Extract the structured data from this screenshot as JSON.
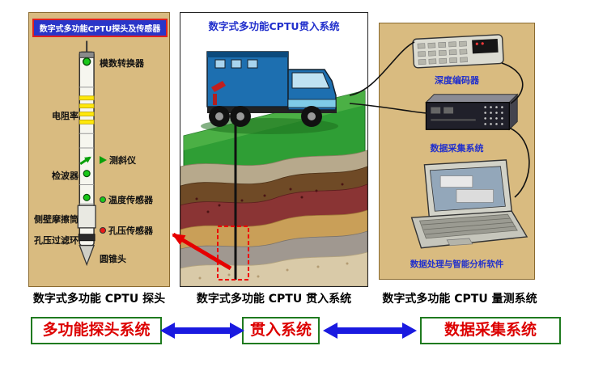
{
  "probe_panel": {
    "title": "数字式多功能CPTU探头及传感器",
    "labels": [
      {
        "text": "模数转换器"
      },
      {
        "text": "电阻率"
      },
      {
        "text": "测斜仪"
      },
      {
        "text": "检波器"
      },
      {
        "text": "温度传感器"
      },
      {
        "text": "侧壁摩擦筒"
      },
      {
        "text": "孔压传感器"
      },
      {
        "text": "孔压过滤环"
      },
      {
        "text": "圆锥头"
      }
    ]
  },
  "penetration_panel": {
    "title": "数字式多功能CPTU贯入系统"
  },
  "measurement_panel": {
    "device_labels": [
      "深度编码器",
      "数据采集系统",
      "数据处理与智能分析软件"
    ]
  },
  "captions": {
    "probe": "数字式多功能 CPTU 探头",
    "penetration": "数字式多功能 CPTU 贯入系统",
    "measurement": "数字式多功能 CPTU 量测系统"
  },
  "flow": {
    "boxes": [
      "多功能探头系统",
      "贯入系统",
      "数据采集系统"
    ]
  },
  "colors": {
    "panel_tan": "#d9bb80",
    "title_bar_blue": "#2a35c8",
    "title_bar_border_red": "#e02020",
    "device_label_blue": "#2230cc",
    "flow_text_red": "#dd0000",
    "flow_border_green": "#1f7a1f",
    "flow_arrow_blue": "#1a1ae0",
    "zoom_arrow_red": "#e60000"
  }
}
